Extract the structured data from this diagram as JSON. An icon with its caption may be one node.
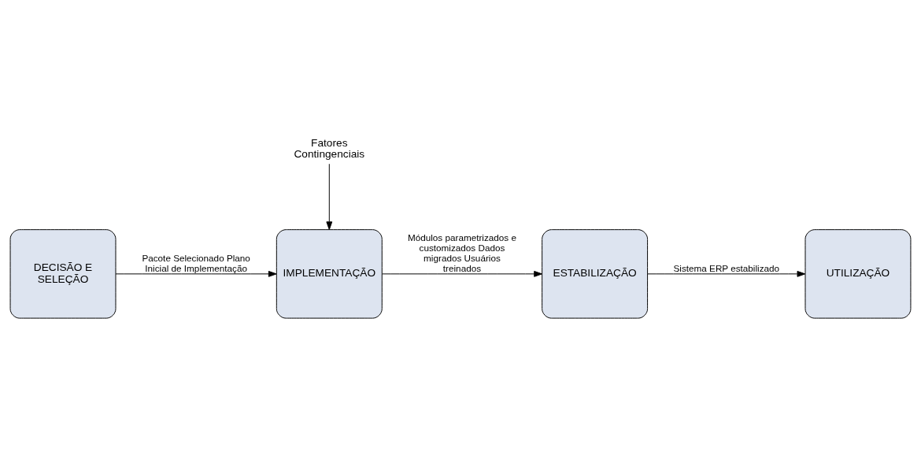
{
  "diagram": {
    "nodes": [
      {
        "text": [
          "DECISÃO E SELEÇÃO"
        ]
      },
      {
        "text": [
          "IMPLEMENTAÇÃO"
        ]
      },
      {
        "text": [
          "ESTABILIZAÇÃO"
        ]
      },
      {
        "text": [
          "UTILIZAÇÃO"
        ]
      },
      {
        "text": [
          "Fatores Contingenciais"
        ]
      }
    ],
    "edges": [
      {
        "from": 4,
        "to": 1,
        "arrow": "to"
      },
      {
        "from": 0,
        "to": 1,
        "arrow": "to",
        "label": "Pacote Selecionado Plano Inicial de Implementação"
      },
      {
        "from": 1,
        "to": 2,
        "arrow": "to",
        "label": "Módulos parametrizados e customizados Dados migrados Usuários treinados"
      },
      {
        "from": 2,
        "to": 3,
        "arrow": "to",
        "label": "Sistema ERP estabilizado"
      }
    ]
  }
}
